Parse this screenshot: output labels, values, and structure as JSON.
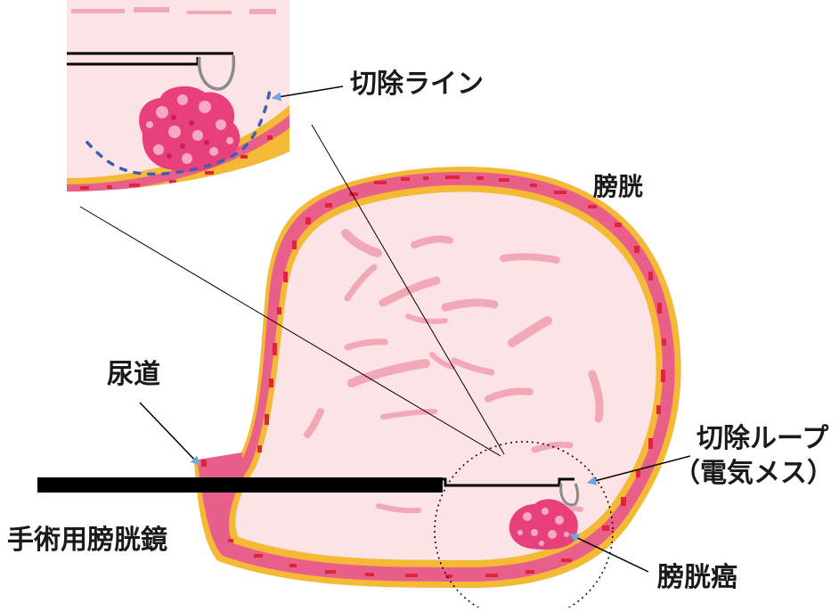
{
  "labels": {
    "cut_line": "切除ライン",
    "bladder": "膀胱",
    "urethra": "尿道",
    "loop_line1": "切除ループ",
    "loop_line2": "（電気メス）",
    "cystoscope": "手術用膀胱鏡",
    "cancer": "膀胱癌"
  },
  "colors": {
    "tissue_fill": "#fbe3e6",
    "wall_pink": "#e8608a",
    "wall_outline": "#f4b935",
    "wall_dots": "#e0243f",
    "fold_pink": "#f2a8b6",
    "tumor": "#e8407a",
    "tumor_light": "#f7a9c3",
    "cut_line_blue": "#3c5fb0",
    "arrow_blue": "#6fa8dc",
    "scope": "#000000",
    "loop_gray": "#8a8a8a"
  }
}
